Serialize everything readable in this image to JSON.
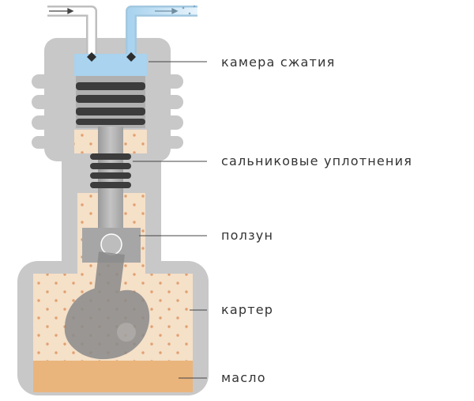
{
  "labels": {
    "compression_chamber": "камера сжатия",
    "gland_seals": "сальниковые уплотнения",
    "slider": "ползун",
    "crankcase": "картер",
    "oil": "масло"
  },
  "colors": {
    "housing": "#c8c8c8",
    "housing_outline": "#b4b4b4",
    "crankcase_fill": "#f5e0c8",
    "oil": "#eab57c",
    "oil_dots": "#e0a070",
    "gas": "#a9d3ef",
    "pipe_fill": "#ffffff",
    "pipe_edge": "#bfbfbf",
    "piston_ring": "#3c3c3c",
    "piston_body": "#aaaaaa",
    "leader_line": "#444444",
    "label_text": "#333333"
  },
  "icons": [
    "flow-arrow-icon",
    "valve-icon"
  ]
}
